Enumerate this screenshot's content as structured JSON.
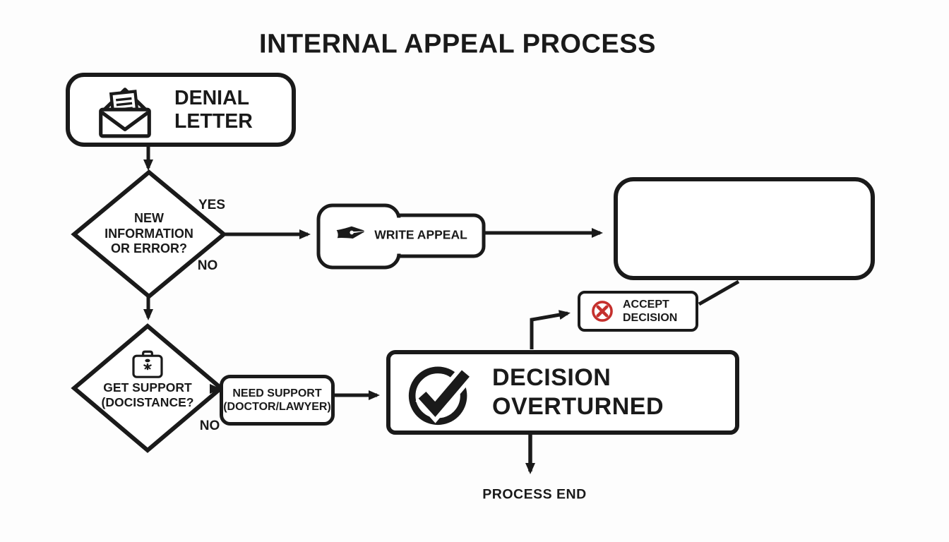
{
  "title": "INTERNAL APPEAL PROCESS",
  "colors": {
    "ink": "#1a1a1a",
    "background": "#fdfdfd",
    "box_fill": "#ffffff",
    "reject_red": "#c5302d"
  },
  "icons": {
    "denial_letter": "open-envelope-letter-icon",
    "write_appeal": "fountain-pen-icon",
    "write_appeal_glyph": "✒",
    "accept_decision": "red-circled-x-icon",
    "get_support": "medical-briefcase-icon",
    "decision_overturned": "circled-checkmark-icon"
  },
  "nodes": {
    "denial_letter": {
      "line1": "DENIAL",
      "line2": "LETTER"
    },
    "new_info_decision": {
      "line1": "NEW",
      "line2": "INFORMATION",
      "line3": "OR ERROR?"
    },
    "write_appeal": {
      "label": "WRITE APPEAL"
    },
    "outcome_placeholder": {
      "label": ""
    },
    "accept_decision": {
      "line1": "ACCEPT",
      "line2": "DECISION"
    },
    "get_support_decision": {
      "line1": "GET SUPPORT",
      "line2": "(DOCISTANCE?"
    },
    "need_support": {
      "line1": "NEED SUPPORT",
      "line2": "(DOCTOR/LAWYER)"
    },
    "decision_overturned": {
      "line1": "DECISION",
      "line2": "OVERTURNED"
    },
    "process_end": {
      "label": "PROCESS END"
    }
  },
  "edge_labels": {
    "new_info_yes": "YES",
    "new_info_no": "NO",
    "get_support_no": "NO"
  }
}
